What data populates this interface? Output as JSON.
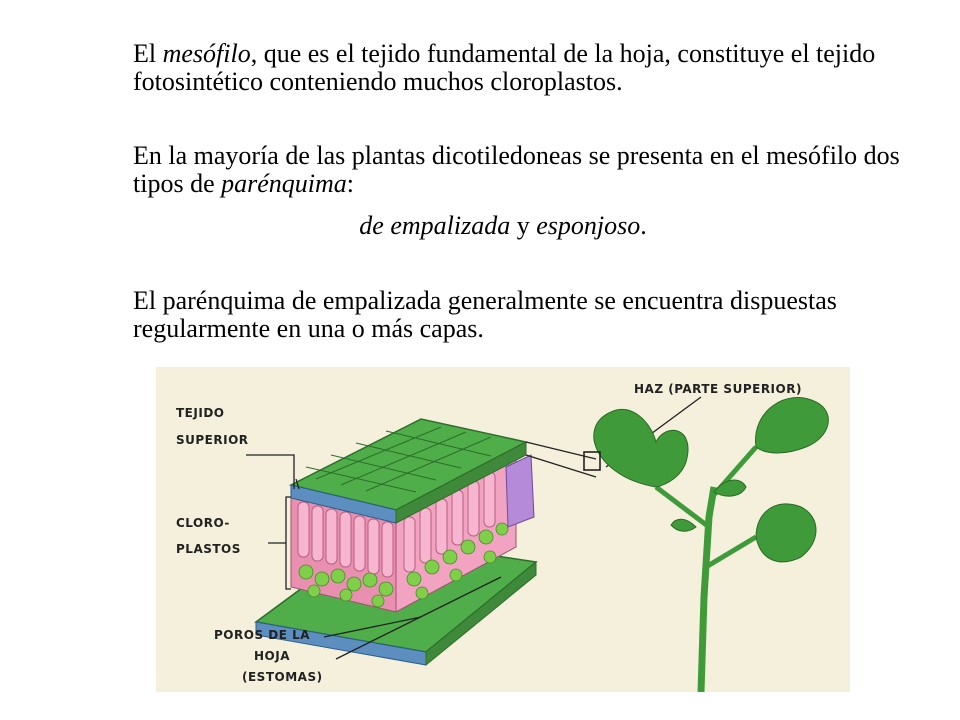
{
  "paragraph1": {
    "pre": "El ",
    "term": "mesófilo",
    "post": ", que es el tejido fundamental de la hoja, constituye el tejido fotosintético conteniendo muchos cloroplastos."
  },
  "paragraph2": {
    "pre": "En la mayoría de las plantas dicotiledoneas se presenta en el mesófilo dos tipos de ",
    "term": "parénquima",
    "post": ":"
  },
  "types_line": {
    "type1": "de empalizada",
    "conj": " y ",
    "type2": "esponjoso",
    "end": "."
  },
  "paragraph3": "El parénquima de empalizada generalmente se encuentra dispuestas regularmente en una o más capas.",
  "figure": {
    "labels": {
      "tejido": "TEJIDO",
      "superior": "SUPERIOR",
      "cloro": "CLORO-",
      "plastos": "PLASTOS",
      "poros": "POROS DE LA",
      "hoja": "HOJA",
      "estomas": "(ESTOMAS)",
      "haz": "HAZ (PARTE SUPERIOR)"
    },
    "colors": {
      "background": "#f5f0dc",
      "leaf_green": "#3f9b3a",
      "epidermis_green": "#4fae4a",
      "palisade_pink": "#e98fb0",
      "chloroplast_green": "#7fcf4a",
      "lower_blue": "#5c8fbf"
    }
  }
}
